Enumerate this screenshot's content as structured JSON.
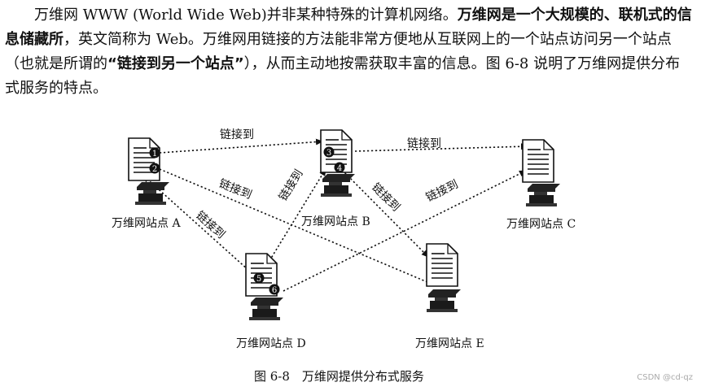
{
  "paragraph": {
    "p1": "万维网 WWW (World Wide Web)并非某种特殊的计算机网络。",
    "b1": "万维网是一个大规模的、联机式的信息储藏所",
    "p2": "，英文简称为 Web。万维网用链接的方法能非常方便地从互联网上的一个站点访问另一个站点（也就是所谓的",
    "b2": "“链接到另一个站点”",
    "p3": "），从而主动地按需获取丰富的信息。图 6-8 说明了万维网提供分布式服务的特点。"
  },
  "figure": {
    "link_label": "链接到",
    "sites": [
      {
        "id": "A",
        "label": "万维网站点 A"
      },
      {
        "id": "B",
        "label": "万维网站点 B"
      },
      {
        "id": "C",
        "label": "万维网站点 C"
      },
      {
        "id": "D",
        "label": "万维网站点 D"
      },
      {
        "id": "E",
        "label": "万维网站点 E"
      }
    ],
    "markers": [
      "1",
      "2",
      "3",
      "4",
      "5",
      "6"
    ],
    "caption": "图 6-8　万维网提供分布式服务"
  },
  "watermark": "CSDN @cd-qz"
}
